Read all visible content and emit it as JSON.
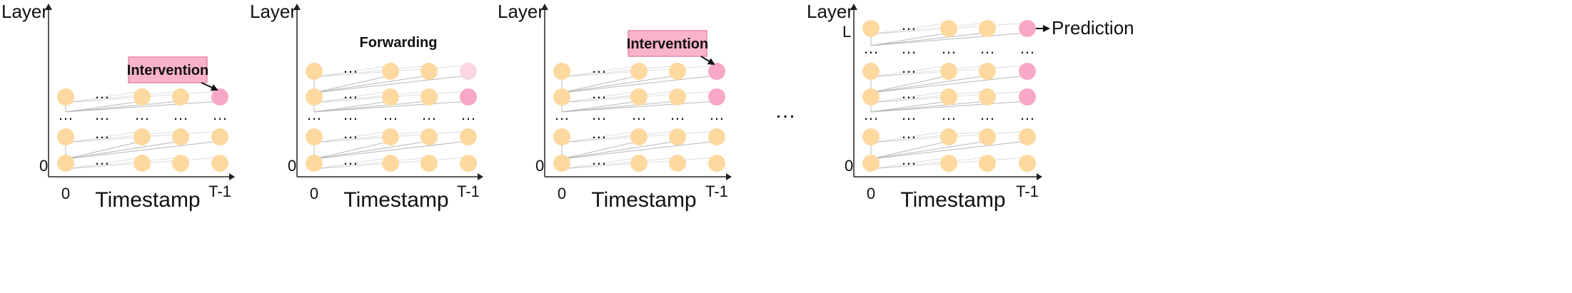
{
  "panels": [
    {
      "y_axis_label": "Layer",
      "x_axis_label": "Timestamp",
      "x_start_label": "0",
      "x_end_label": "T-1",
      "y_bottom_label": "0",
      "y_top_label": "",
      "callout": "Intervention",
      "caption": "",
      "side_label": ""
    },
    {
      "y_axis_label": "Layer",
      "x_axis_label": "Timestamp",
      "x_start_label": "0",
      "x_end_label": "T-1",
      "y_bottom_label": "0",
      "y_top_label": "",
      "callout": "",
      "caption": "Forwarding",
      "side_label": ""
    },
    {
      "y_axis_label": "Layer",
      "x_axis_label": "Timestamp",
      "x_start_label": "0",
      "x_end_label": "T-1",
      "y_bottom_label": "0",
      "y_top_label": "",
      "callout": "Intervention",
      "caption": "",
      "side_label": ""
    },
    {
      "y_axis_label": "Layer",
      "x_axis_label": "Timestamp",
      "x_start_label": "0",
      "x_end_label": "T-1",
      "y_bottom_label": "0",
      "y_top_label": "L",
      "callout": "",
      "caption": "",
      "side_label": "Prediction"
    }
  ],
  "ellipsis": "…",
  "between_ellipsis": "…",
  "colors": {
    "node": "#fdd9a0",
    "intervened": "#f8a8c6",
    "faded": "#fad7e2",
    "callout_fill": "#f9b3cb",
    "callout_stroke": "#e58aa8",
    "edge": "#b8b8b8",
    "axis": "#222222"
  }
}
